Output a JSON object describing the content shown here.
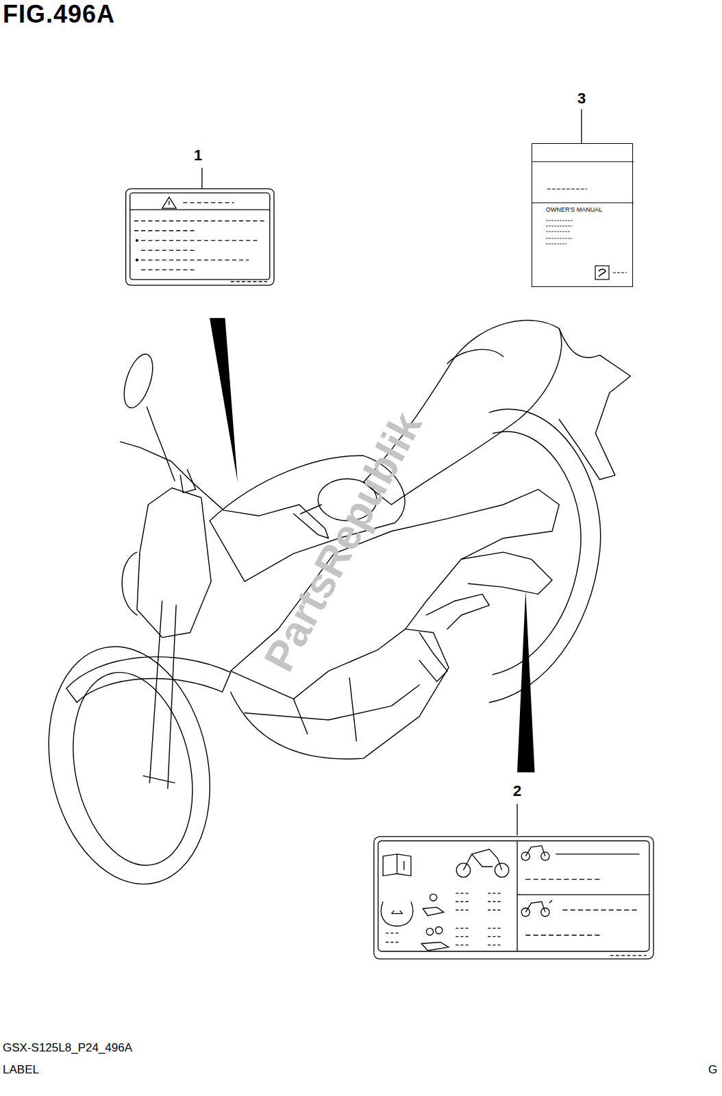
{
  "diagram": {
    "title": "FIG.496A",
    "nodes": [
      {
        "text": [
          "OWNER'S MANUAL"
        ]
      }
    ],
    "labels": [
      "1",
      "3",
      "2",
      "PartsRepublik",
      "GSX-S125L8_P24_496A",
      "LABEL",
      "G"
    ]
  }
}
